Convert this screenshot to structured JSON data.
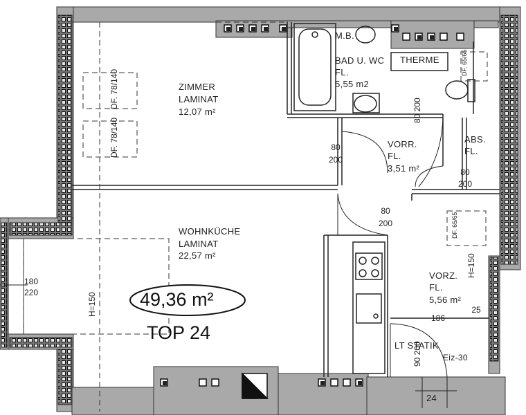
{
  "rooms": {
    "zimmer": {
      "name": "ZIMMER",
      "floor": "LAMINAT",
      "area": "12,07 m²"
    },
    "bad": {
      "name": "BAD U. WC",
      "floor": "FL.",
      "area": "5,55 m2",
      "mb": "M.B.",
      "therme": "THERME"
    },
    "vorr": {
      "name": "VORR.",
      "floor": "FL.",
      "area": "3,51 m²"
    },
    "abs": {
      "name": "ABS.",
      "floor": "FL."
    },
    "wohnkueche": {
      "name": "WOHNKÜCHE",
      "floor": "LAMINAT",
      "area": "22,57 m²"
    },
    "vorz": {
      "name": "VORZ.",
      "floor": "FL.",
      "area": "5,56 m²"
    }
  },
  "totals": {
    "area": "49,36 m²",
    "unit": "TOP 24"
  },
  "door_dims": {
    "zimmer": {
      "w": "80",
      "h": "200"
    },
    "abs": {
      "w": "80",
      "h": "200"
    },
    "wohnkueche": {
      "w": "80",
      "h": "200"
    },
    "window": {
      "w": "180",
      "h": "220"
    }
  },
  "vertical_labels": {
    "df1": "DF. 78/140",
    "df2": "DF. 78/140",
    "df_bad": "DF. 65/65",
    "df_vorz": "DF. 65/65",
    "bad_door": "80 200",
    "entrance": "90 200",
    "h_wk": "H=150",
    "h_vorz": "H=150"
  },
  "annotations": {
    "width_186": "186",
    "width_25": "25",
    "statik": "LT STATIK",
    "eiz": "Eiz-30",
    "stairs": "24"
  }
}
